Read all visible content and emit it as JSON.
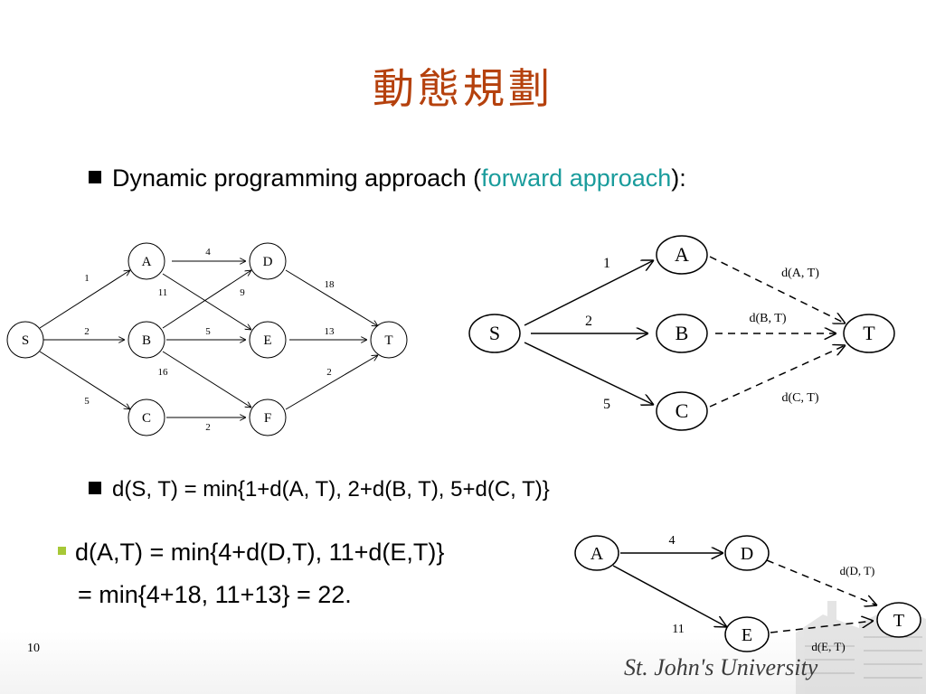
{
  "slide": {
    "title": "動態規劃",
    "page_number": "10",
    "footer_logo": "St. John's University"
  },
  "bullets": {
    "b1_prefix": "Dynamic programming approach (",
    "b1_highlight": "forward approach",
    "b1_suffix": "):",
    "b2_text": "d(S, T) = min{1+d(A, T), 2+d(B, T), 5+d(C, T)}",
    "b3_line1": "d(A,T) = min{4+d(D,T), 11+d(E,T)}",
    "b3_line2": "= min{4+18, 11+13} = 22."
  },
  "graph1": {
    "nodes": {
      "S": "S",
      "A": "A",
      "B": "B",
      "C": "C",
      "D": "D",
      "E": "E",
      "F": "F",
      "T": "T"
    },
    "edges": {
      "SA": "1",
      "SB": "2",
      "SC": "5",
      "AD": "4",
      "AE": "11",
      "BD": "9",
      "BE": "5",
      "BF": "16",
      "CF": "2",
      "DT": "18",
      "ET": "13",
      "FT": "2"
    }
  },
  "graph2": {
    "nodes": {
      "S": "S",
      "A": "A",
      "B": "B",
      "C": "C",
      "T": "T"
    },
    "edges": {
      "SA": "1",
      "SB": "2",
      "SC": "5",
      "AT": "d(A, T)",
      "BT": "d(B, T)",
      "CT": "d(C, T)"
    }
  },
  "graph3": {
    "nodes": {
      "A": "A",
      "D": "D",
      "E": "E",
      "T": "T"
    },
    "edges": {
      "AD": "4",
      "AE": "11",
      "DT": "d(D, T)",
      "ET": "d(E, T)"
    }
  },
  "colors": {
    "title": "#b5410d",
    "highlight": "#1a9c9c",
    "bullet_small": "#a7c837"
  }
}
